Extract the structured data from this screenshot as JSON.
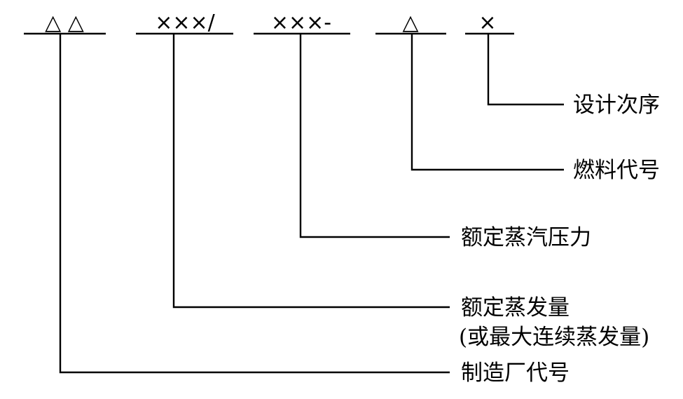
{
  "code_segments": [
    {
      "id": "manufacturer",
      "text": "△ △"
    },
    {
      "id": "capacity",
      "text": "×××/"
    },
    {
      "id": "pressure",
      "text": "×××-"
    },
    {
      "id": "fuel",
      "text": "△"
    },
    {
      "id": "design",
      "text": "×"
    }
  ],
  "labels": {
    "design_sequence": "设计次序",
    "fuel_code": "燃料代号",
    "rated_pressure": "额定蒸汽压力",
    "rated_capacity": "额定蒸发量",
    "rated_capacity_note": "(或最大连续蒸发量)",
    "manufacturer_code": "制造厂代号"
  }
}
